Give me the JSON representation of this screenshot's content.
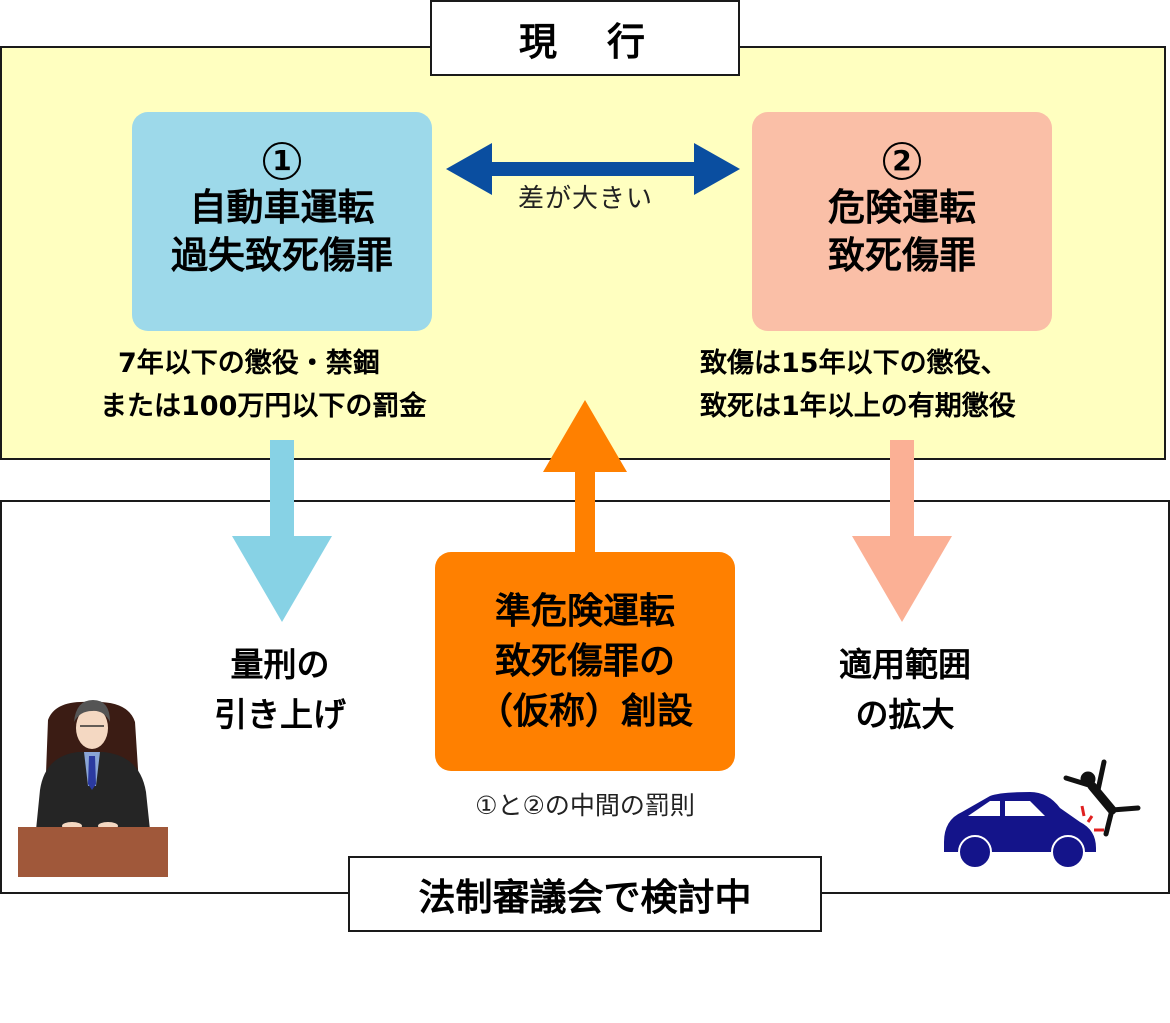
{
  "header": {
    "title": "現　行"
  },
  "current": {
    "offense_1": {
      "number": "1",
      "name_lines": [
        "自動車運転",
        "過失致死傷罪"
      ],
      "penalty_lines": [
        "7年以下の懲役・禁錮",
        "または100万円以下の罰金"
      ],
      "color": "#9dd9ea"
    },
    "offense_2": {
      "number": "2",
      "name_lines": [
        "危険運転",
        "致死傷罪"
      ],
      "penalty_lines": [
        "致傷は15年以下の懲役、",
        "致死は1年以上の有期懲役"
      ],
      "color": "#fabfa7"
    },
    "gap_label": "差が大きい",
    "gap_arrow_color": "#0a4ea0"
  },
  "proposal": {
    "new_offense_lines": [
      "準危険運転",
      "致死傷罪の",
      "（仮称）創設"
    ],
    "new_offense_caption": "①と②の中間の罰則",
    "new_offense_color": "#ff8000",
    "left_outcome_lines": [
      "量刑の",
      "引き上げ"
    ],
    "left_arrow_color": "#87d2e5",
    "right_outcome_lines": [
      "適用範囲",
      "の拡大"
    ],
    "right_arrow_color": "#fbb095"
  },
  "footer": {
    "title": "法制審議会で検討中"
  },
  "illustrations": {
    "judge": "judge-at-desk-icon",
    "car_accident": "car-hitting-pedestrian-icon"
  },
  "colors": {
    "top_panel_bg": "#ffffc0",
    "car": "#14148a",
    "desk": "#a0583a"
  }
}
